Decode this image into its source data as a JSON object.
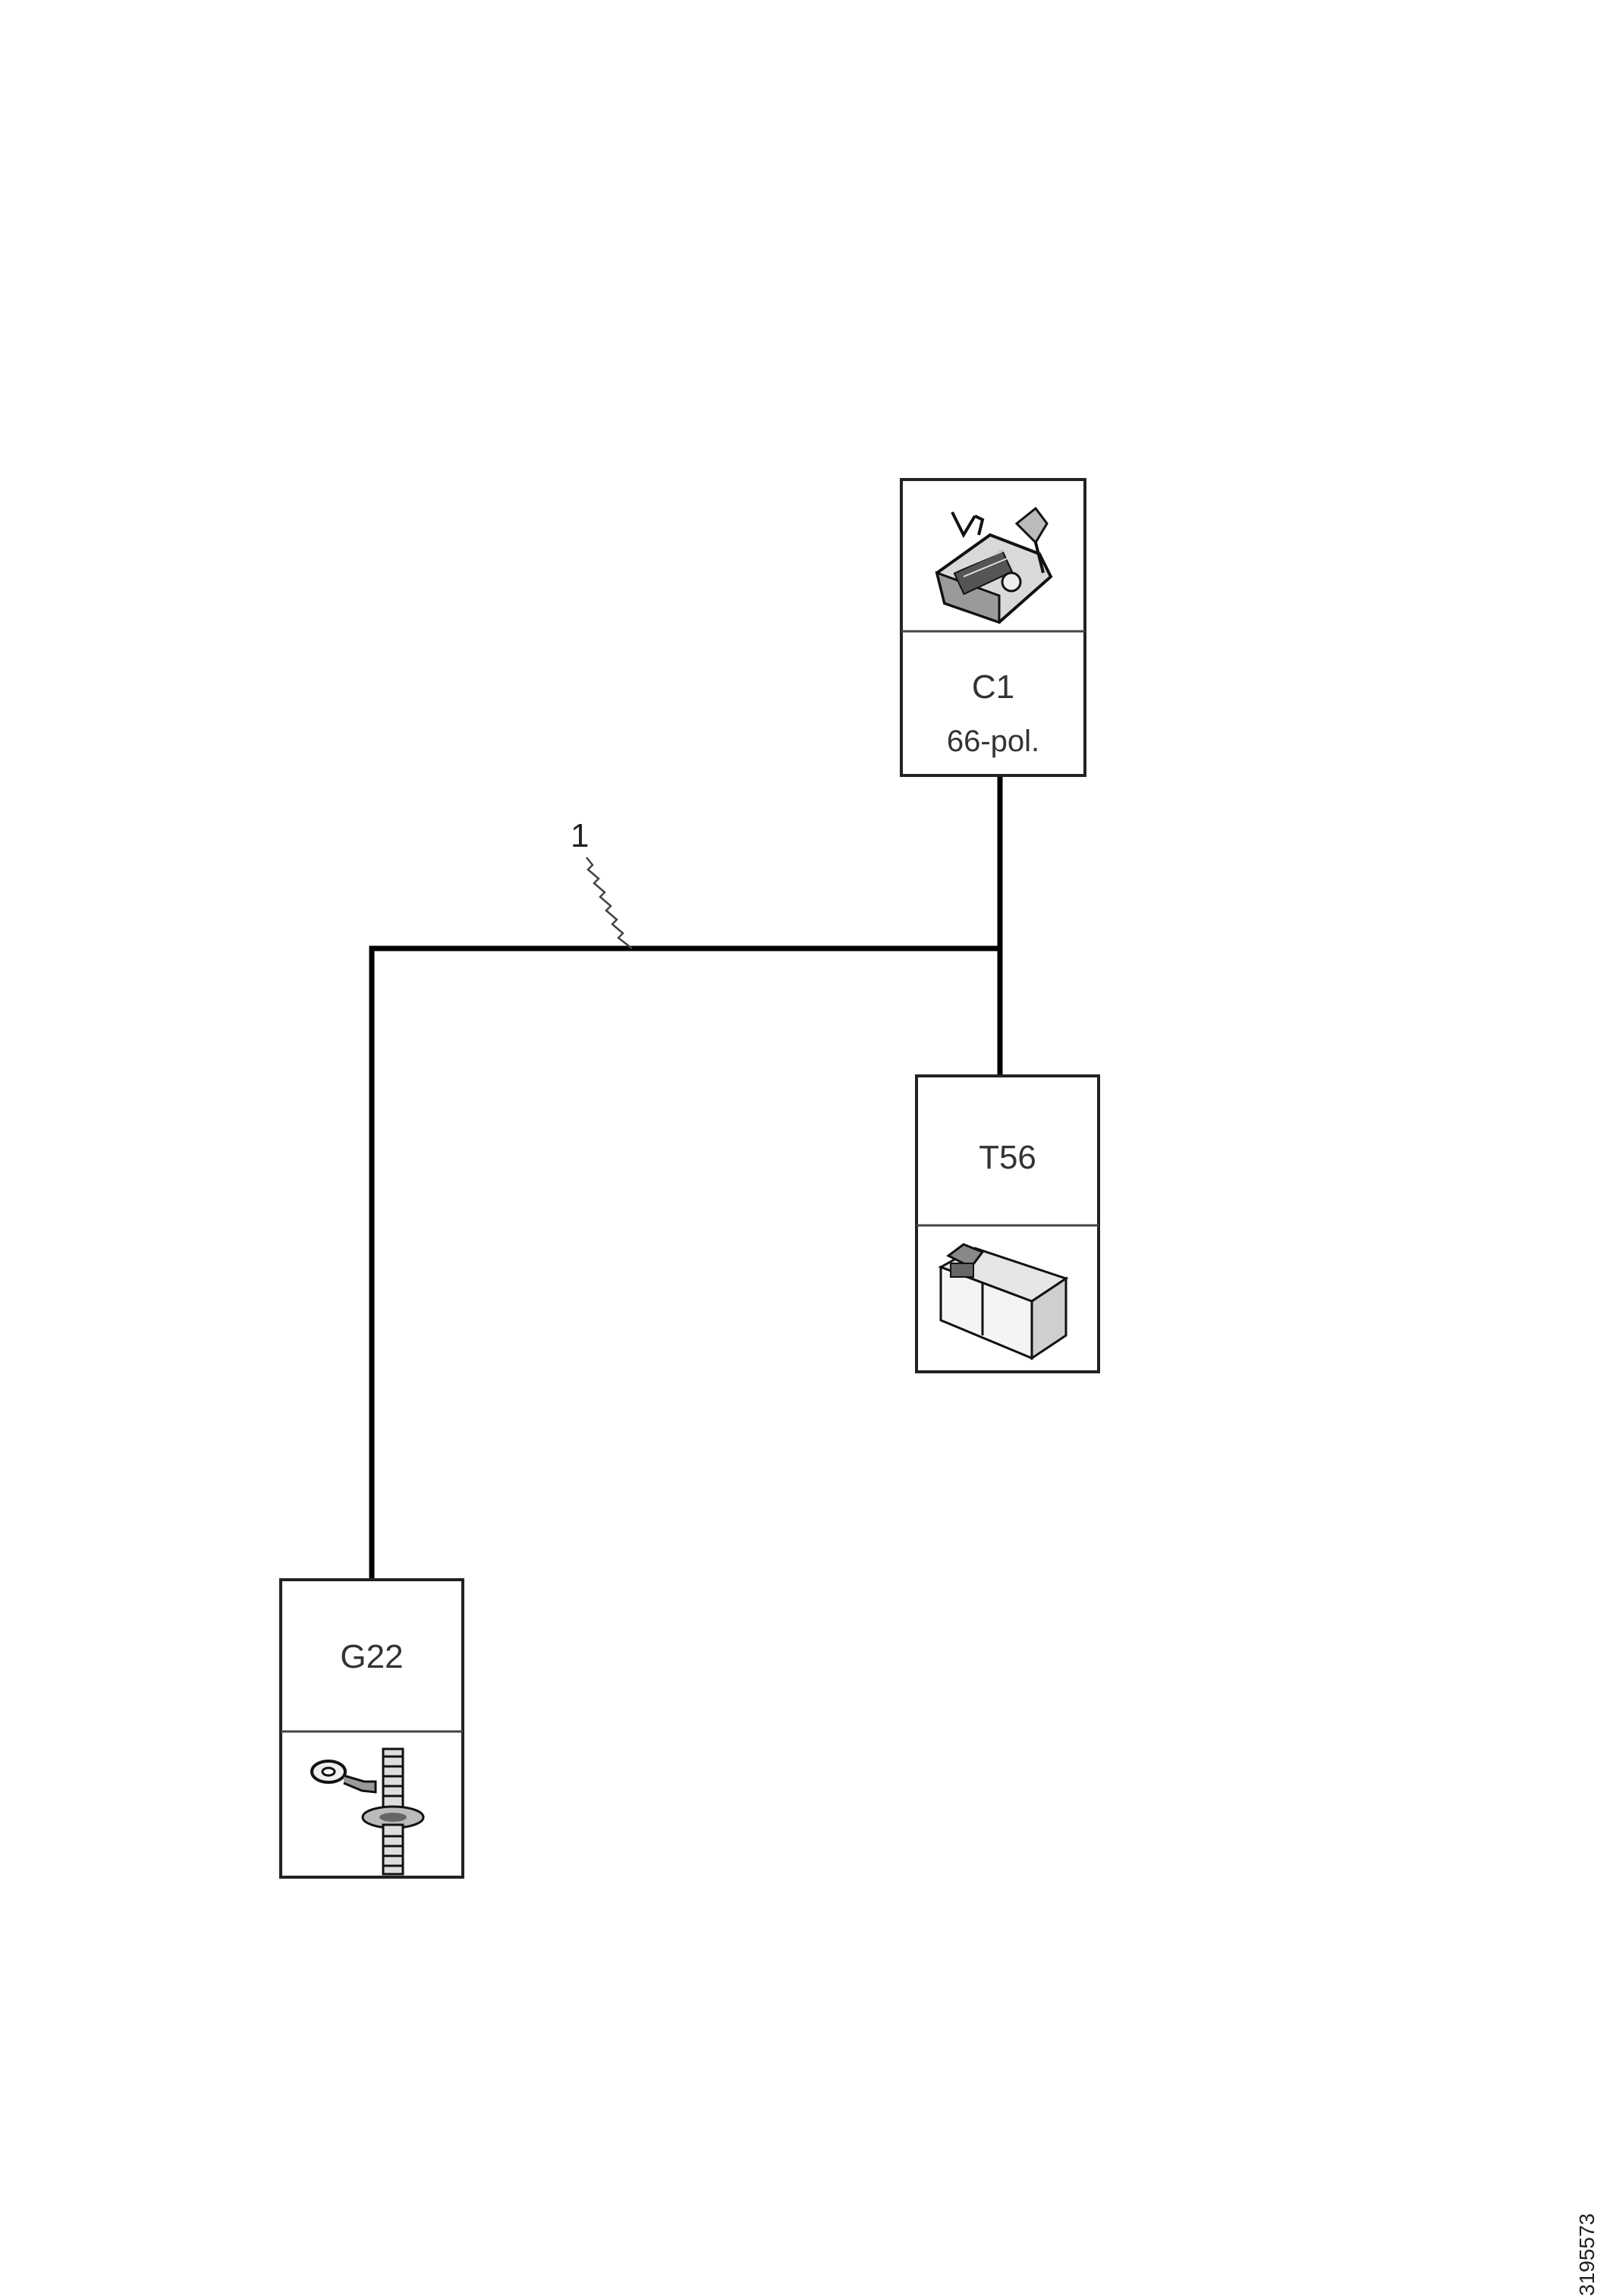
{
  "connectors": [
    {
      "id": "C1",
      "label": "C1",
      "sublabel": "66-pol.",
      "icon": "multi-pin-connector-icon"
    },
    {
      "id": "T56",
      "label": "T56",
      "icon": "inline-connector-icon"
    },
    {
      "id": "G22",
      "label": "G22",
      "icon": "ground-stud-icon"
    }
  ],
  "wire": {
    "callout": "1"
  },
  "doc_number": "3195573"
}
